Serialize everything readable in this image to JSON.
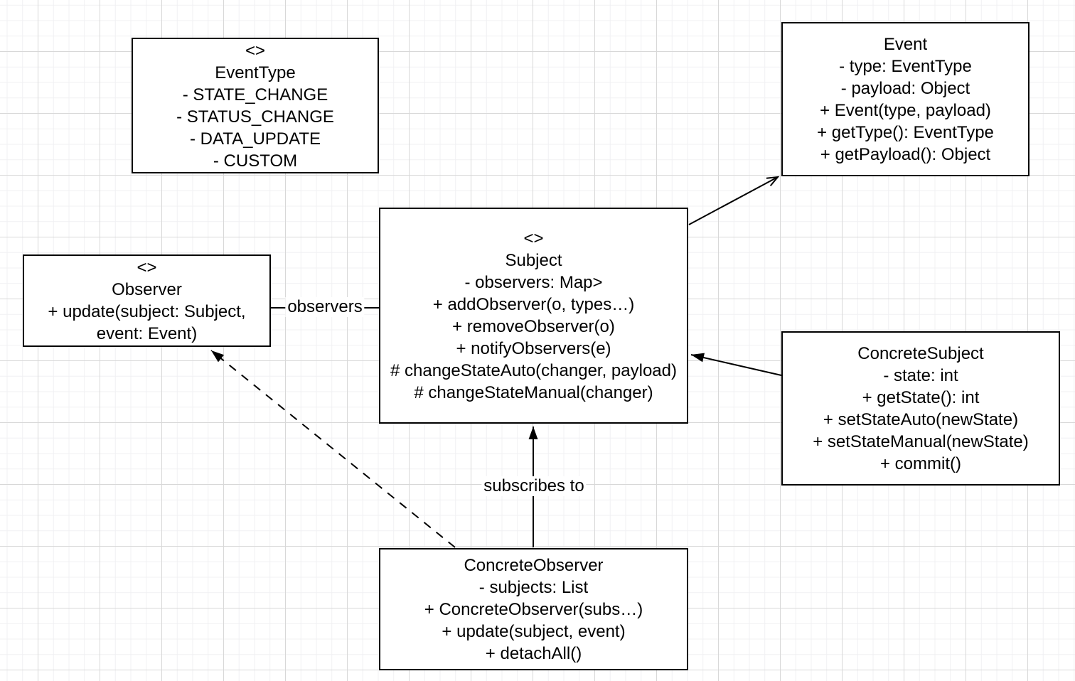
{
  "colors": {
    "stroke": "#000000",
    "box-fill": "#ffffff",
    "canvas-bg": "#ffffff",
    "grid-minor": "#f0f0f3",
    "grid-major": "#d8d8d8",
    "text": "#000000"
  },
  "diagram": {
    "classes": [
      {
        "id": "eventtype",
        "stereotype": "<>",
        "name": "EventType",
        "members": [
          "- STATE_CHANGE",
          "- STATUS_CHANGE",
          "- DATA_UPDATE",
          "- CUSTOM"
        ]
      },
      {
        "id": "event",
        "name": "Event",
        "members": [
          "- type: EventType",
          "- payload: Object",
          "+ Event(type, payload)",
          "+ getType(): EventType",
          "+ getPayload(): Object"
        ]
      },
      {
        "id": "subject",
        "stereotype": "<>",
        "name": "Subject",
        "members": [
          "- observers: Map>",
          "+ addObserver(o, types…)",
          "+ removeObserver(o)",
          "+ notifyObservers(e)",
          "# changeStateAuto(changer, payload)",
          "# changeStateManual(changer)"
        ]
      },
      {
        "id": "observer",
        "stereotype": "<>",
        "name": "Observer",
        "members": [
          "+ update(subject: Subject, event: Event)"
        ]
      },
      {
        "id": "concretesubject",
        "name": "ConcreteSubject",
        "members": [
          "- state: int",
          "+ getState(): int",
          "+ setStateAuto(newState)",
          "+ setStateManual(newState)",
          "+ commit()"
        ]
      },
      {
        "id": "concreteobserver",
        "name": "ConcreteObserver",
        "members": [
          "- subjects: List",
          "+ ConcreteObserver(subs…)",
          "+ update(subject, event)",
          "+ detachAll()"
        ]
      }
    ],
    "edges": [
      {
        "from": "Subject",
        "to": "Event",
        "line": "solid",
        "arrowhead": "open",
        "label": ""
      },
      {
        "from": "Observer",
        "to": "Subject",
        "line": "solid",
        "arrowhead": "none",
        "label": "observers"
      },
      {
        "from": "ConcreteSubject",
        "to": "Subject",
        "line": "solid",
        "arrowhead": "filled",
        "label": ""
      },
      {
        "from": "ConcreteObserver",
        "to": "Subject",
        "line": "solid",
        "arrowhead": "filled",
        "label": "subscribes to"
      },
      {
        "from": "ConcreteObserver",
        "to": "Observer",
        "line": "dashed",
        "arrowhead": "filled",
        "label": ""
      }
    ]
  }
}
